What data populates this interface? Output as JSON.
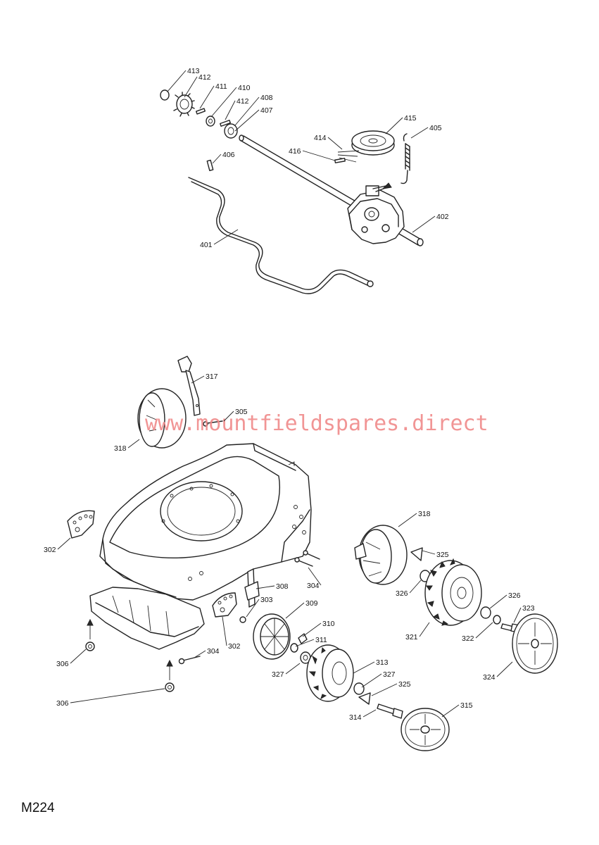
{
  "watermark": "www.mountfieldspares.direct",
  "diagram_code": "M224",
  "callouts": [
    "413",
    "412",
    "411",
    "410",
    "412",
    "408",
    "407",
    "415",
    "405",
    "414",
    "416",
    "406",
    "402",
    "401",
    "317",
    "305",
    "318",
    "302",
    "318",
    "325",
    "326",
    "304",
    "308",
    "303",
    "309",
    "326",
    "323",
    "310",
    "311",
    "321",
    "322",
    "302",
    "304",
    "306",
    "327",
    "313",
    "327",
    "325",
    "324",
    "306",
    "314",
    "315"
  ]
}
